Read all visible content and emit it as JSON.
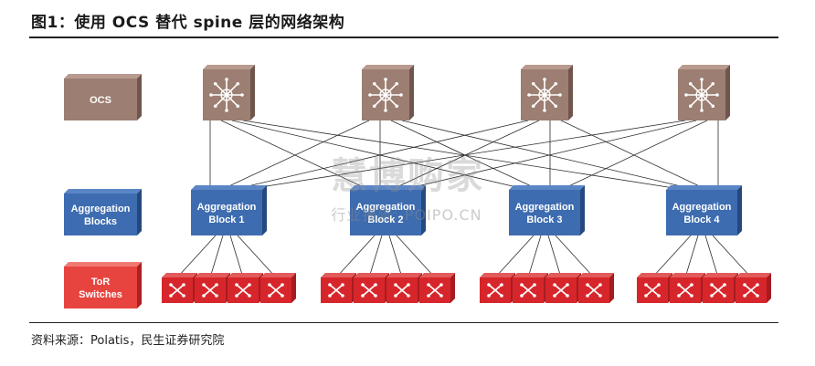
{
  "title": "图1：使用 OCS 替代 spine 层的网络架构",
  "source": "资料来源：Polatis，民生证券研究院",
  "watermark": {
    "main": "慧博购家",
    "sub": "行业报告: POIPO.CN"
  },
  "legend": {
    "ocs": "OCS",
    "aggregation": [
      "Aggregation",
      "Blocks"
    ],
    "tor": [
      "ToR",
      "Switches"
    ]
  },
  "ocs_units": [
    {
      "id": "ocs-1"
    },
    {
      "id": "ocs-2"
    },
    {
      "id": "ocs-3"
    },
    {
      "id": "ocs-4"
    }
  ],
  "aggregation_blocks": [
    {
      "line1": "Aggregation",
      "line2": "Block 1"
    },
    {
      "line1": "Aggregation",
      "line2": "Block 2"
    },
    {
      "line1": "Aggregation",
      "line2": "Block 3"
    },
    {
      "line1": "Aggregation",
      "line2": "Block 4"
    }
  ],
  "tor_per_block": 4,
  "colors": {
    "ocs": "#9c7e72",
    "ocs_dark": "#6f564c",
    "aggregation": "#3d6cb0",
    "aggregation_dark": "#24497f",
    "tor": "#d7262b",
    "tor_light": "#e35a5a",
    "tor_legend": "#e7443f",
    "link": "#2b2b2b"
  }
}
